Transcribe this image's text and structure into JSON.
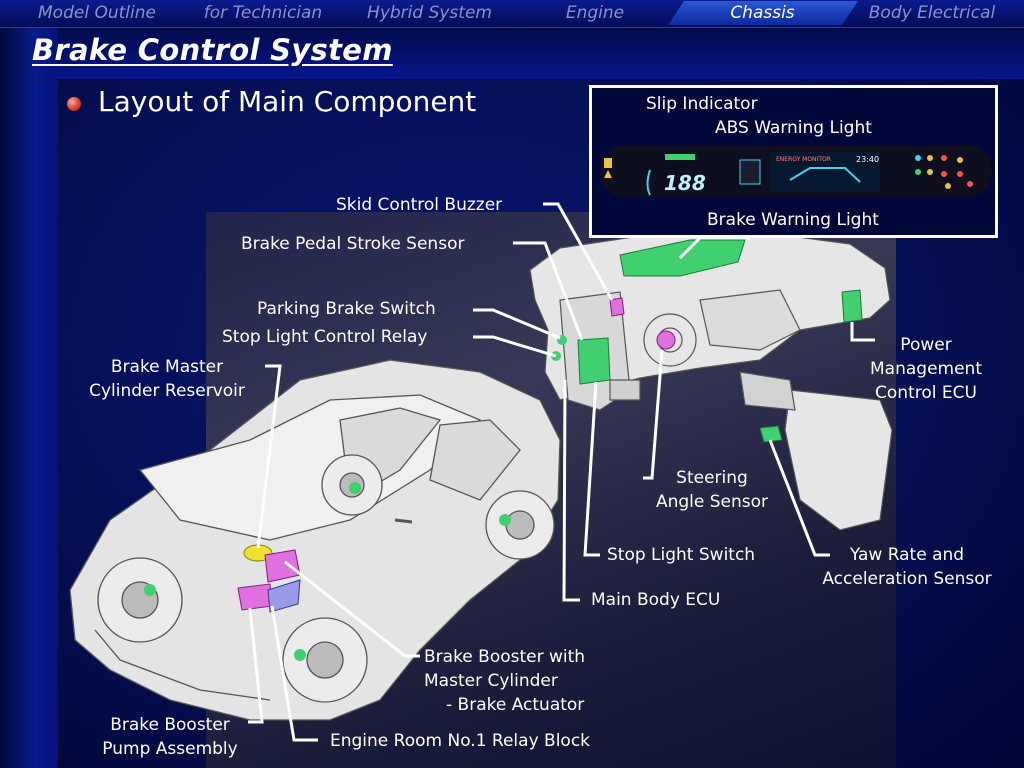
{
  "nav": {
    "tabs": [
      "Model Outline",
      "for Technician",
      "Hybrid System",
      "Engine",
      "Chassis",
      "Body Electrical"
    ],
    "active": "Chassis"
  },
  "page": {
    "title": "Brake Control System",
    "subtitle": "Layout of Main Component"
  },
  "inset_labels": {
    "slip_indicator": "Slip Indicator",
    "abs_warning_light": "ABS Warning Light",
    "brake_warning_light": "Brake Warning Light"
  },
  "dashboard_display": {
    "speed": "188",
    "clock": "23:40",
    "monitor": "ENERGY MONITOR"
  },
  "components": {
    "skid_control_buzzer": "Skid Control Buzzer",
    "brake_pedal_stroke_sensor": "Brake Pedal Stroke Sensor",
    "parking_brake_switch": "Parking Brake Switch",
    "stop_light_control_relay": "Stop Light Control Relay",
    "brake_master_cylinder_reservoir_1": "Brake Master",
    "brake_master_cylinder_reservoir_2": "Cylinder Reservoir",
    "power_management_ecu_1": "Power",
    "power_management_ecu_2": "Management",
    "power_management_ecu_3": "Control ECU",
    "steering_angle_sensor_1": "Steering",
    "steering_angle_sensor_2": "Angle Sensor",
    "stop_light_switch": "Stop Light Switch",
    "yaw_rate_sensor_1": "Yaw Rate and",
    "yaw_rate_sensor_2": "Acceleration Sensor",
    "main_body_ecu": "Main Body ECU",
    "brake_booster_1": "Brake Booster with",
    "brake_booster_2": "Master Cylinder",
    "brake_booster_3": "- Brake Actuator",
    "brake_booster_pump_1": "Brake Booster",
    "brake_booster_pump_2": "Pump Assembly",
    "engine_room_relay_block": "Engine Room No.1 Relay Block"
  },
  "colors": {
    "background": "#05105a",
    "component_magenta": "#e070e0",
    "component_green": "#40d070",
    "component_yellow": "#f0e030",
    "active_tab": "#2b58d6"
  }
}
